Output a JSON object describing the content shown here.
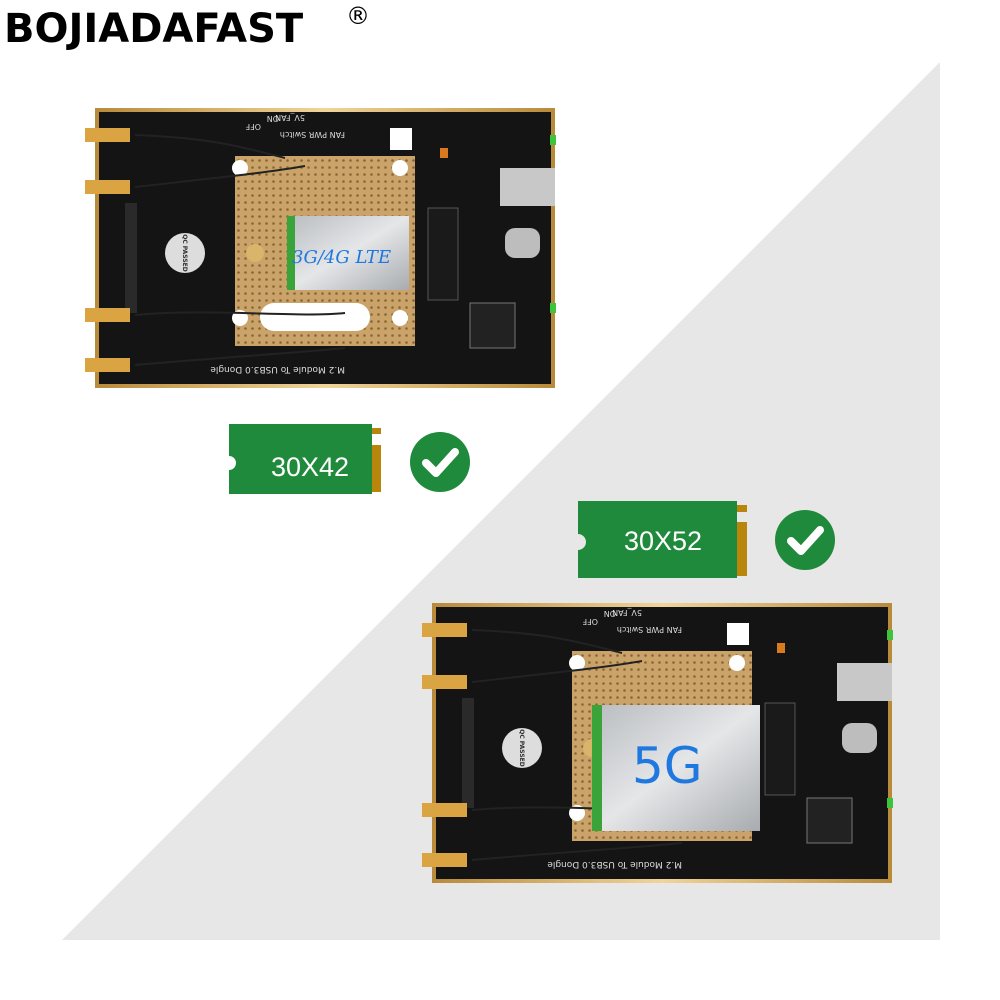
{
  "brand": {
    "name": "BOJIADAFAST",
    "registered_mark": "®"
  },
  "boards": [
    {
      "module_label": "3G/4G LTE",
      "silk_text": "M.2 Module To USB3.0 Dongle",
      "switch_text": "FAN PWR Switch",
      "fan_text": "5V_FAN",
      "on_text": "ON",
      "off_text": "OFF",
      "qc_text": "QC PASSED"
    },
    {
      "module_label": "5G",
      "silk_text": "M.2 Module To USB3.0 Dongle",
      "switch_text": "FAN PWR Switch",
      "fan_text": "5V_FAN",
      "on_text": "ON",
      "off_text": "OFF",
      "qc_text": "QC PASSED"
    }
  ],
  "cards": [
    {
      "size_label": "30X42",
      "supported": true
    },
    {
      "size_label": "30X52",
      "supported": true
    }
  ],
  "colors": {
    "card_green": "#1f8a3c",
    "check_green": "#1f8a3c",
    "gold_contacts": "#b8860b",
    "pcb_black": "#111111",
    "background_gray": "#e7e7e7",
    "module_text_blue": "#1e78e0"
  }
}
